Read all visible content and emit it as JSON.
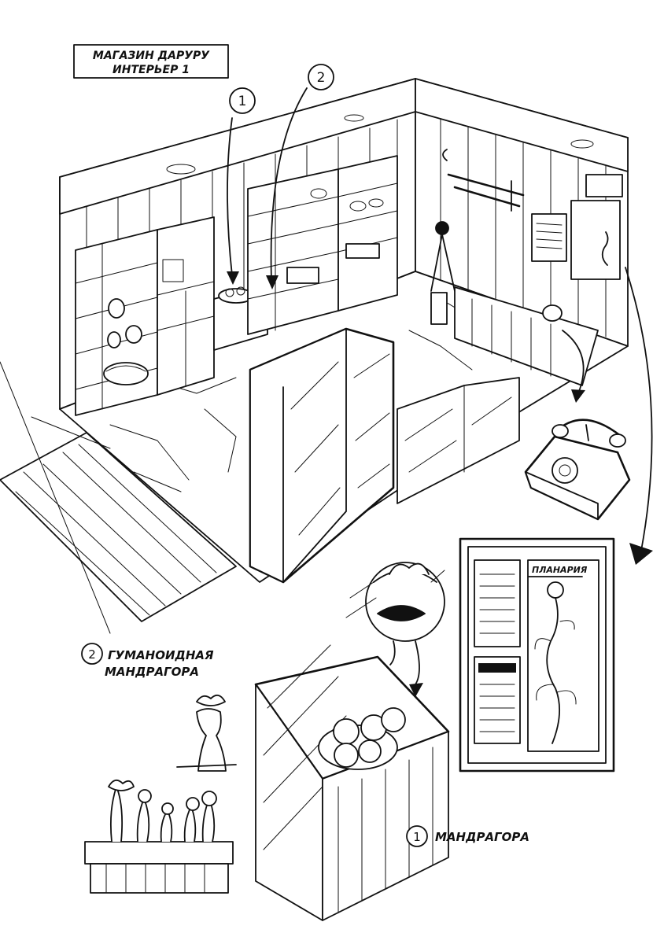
{
  "title": {
    "line1": "МАГАЗИН ДАРУРУ",
    "line2": "ИНТЕРЬЕР 1"
  },
  "callouts": [
    {
      "number": "1"
    },
    {
      "number": "2"
    }
  ],
  "legend": {
    "item2_number": "2",
    "item2_line1": "ГУМАНОИДНАЯ",
    "item2_line2": "МАНДРАГОРА",
    "item1_number": "1",
    "item1_label": "МАНДРАГОРА"
  },
  "poster": {
    "label": "ПЛАНАРИЯ"
  },
  "style": {
    "ink": "#111111",
    "paper": "#ffffff"
  },
  "icons": [
    "telephone-icon",
    "mandrake-icon",
    "sword-icon",
    "lamp-icon"
  ]
}
